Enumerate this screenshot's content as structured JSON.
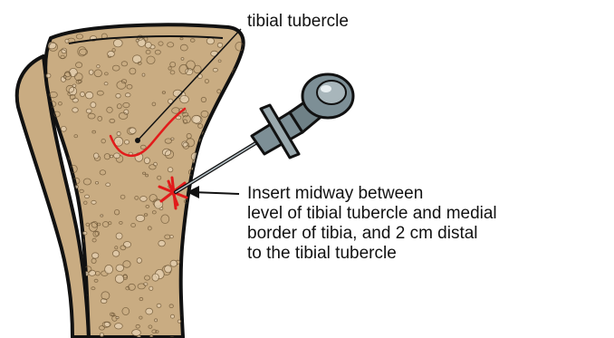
{
  "labels": {
    "tubercle": "tibial tubercle",
    "insert_note": [
      "Insert midway between",
      "level of tibial tubercle and medial",
      "border of tibia, and 2 cm distal",
      "to the tibial tubercle"
    ]
  },
  "colors": {
    "bone": "#c9ac82",
    "outline": "#111111",
    "marking": "#e21b1b",
    "needle": "#7d8f96",
    "background": "#ffffff"
  }
}
